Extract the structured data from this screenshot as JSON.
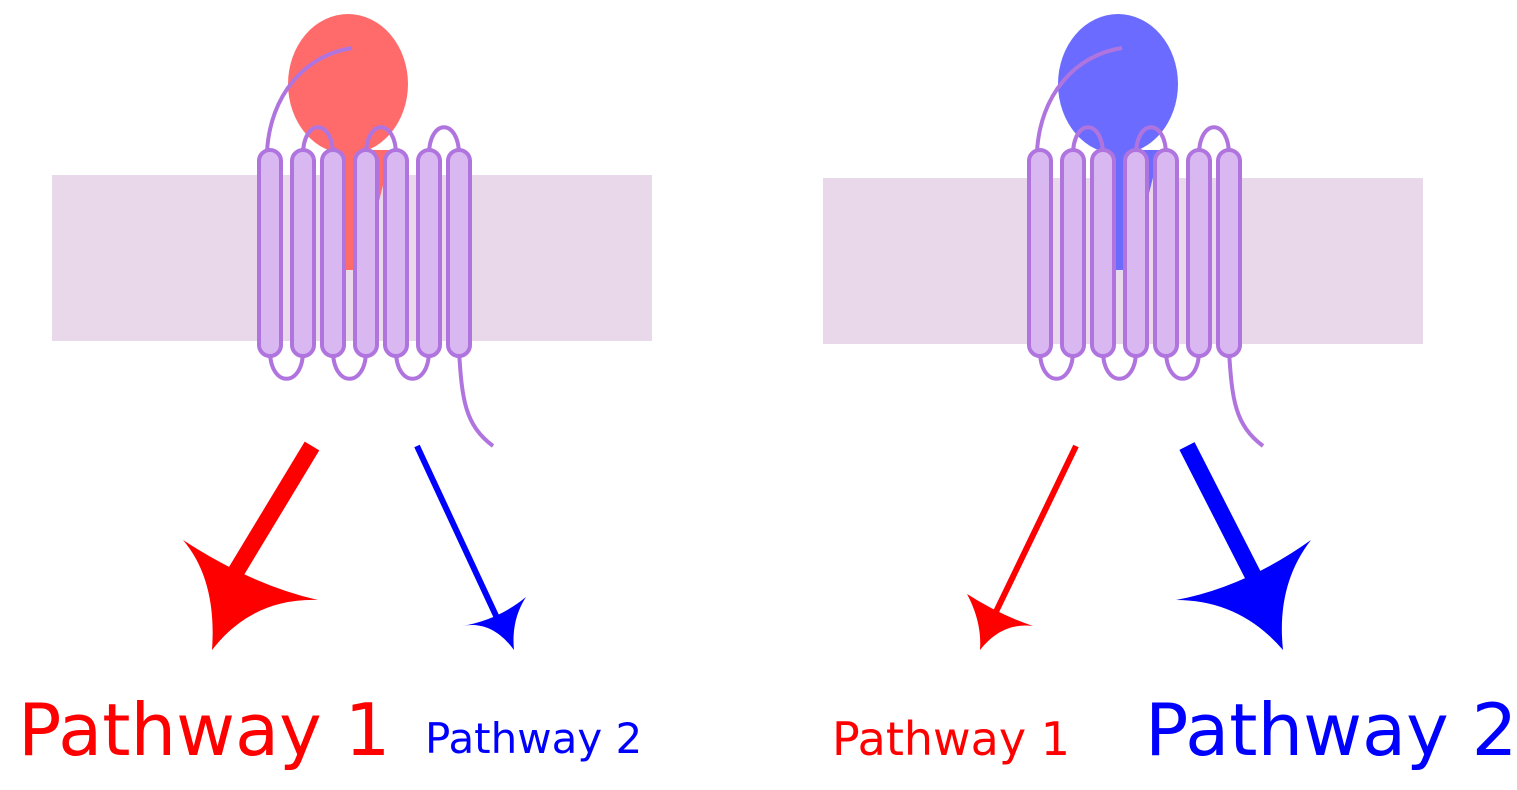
{
  "panels": [
    {
      "ligand_color": "#ff6b6b",
      "pathway1": {
        "label": "Pathway 1",
        "color": "#ff0000",
        "emphasis": "strong"
      },
      "pathway2": {
        "label": "Pathway 2",
        "color": "#0000ff",
        "emphasis": "weak"
      }
    },
    {
      "ligand_color": "#6b6bff",
      "pathway1": {
        "label": "Pathway 1",
        "color": "#ff0000",
        "emphasis": "weak"
      },
      "pathway2": {
        "label": "Pathway 2",
        "color": "#0000ff",
        "emphasis": "strong"
      }
    }
  ],
  "colors": {
    "membrane": "#e8d8ea",
    "receptor_fill": "#d9b8f2",
    "receptor_stroke": "#b074df"
  }
}
